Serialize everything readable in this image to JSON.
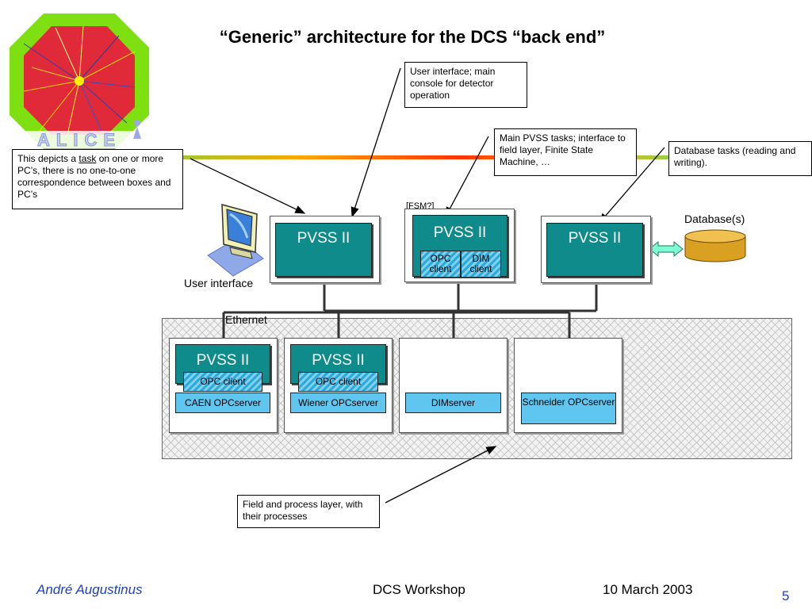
{
  "title": "“Generic” architecture for the DCS “back end”",
  "logo": {
    "text": "ALICE"
  },
  "notes": {
    "ui": "User interface; main console for detector operation",
    "main": "Main PVSS tasks; interface to field layer, Finite State Machine, …",
    "db": "Database tasks (reading and writing).",
    "task_prefix": "This depicts a ",
    "task_word": "task",
    "task_suffix": " on one or more PC’s, there is no one-to-one correspondence between boxes and PC’s",
    "field": "Field and process layer, with their processes"
  },
  "labels": {
    "fsm": "[FSM?]",
    "database": "Database(s)",
    "user_interface": "User interface",
    "ethernet": "Ethernet"
  },
  "top_nodes": [
    {
      "pvss": "PVSS II"
    },
    {
      "pvss": "PVSS II",
      "opc": "OPC client",
      "dim": "DIM client"
    },
    {
      "pvss": "PVSS II"
    }
  ],
  "field_nodes": [
    {
      "pvss": "PVSS II",
      "opc": "OPC client",
      "server": "CAEN OPCserver"
    },
    {
      "pvss": "PVSS II",
      "opc": "OPC client",
      "server": "Wiener OPCserver"
    },
    {
      "server": "DIMserver"
    },
    {
      "server": "Schneider OPCserver"
    }
  ],
  "footer": {
    "author": "André Augustinus",
    "event": "DCS Workshop",
    "date": "10 March 2003",
    "page": "5"
  }
}
